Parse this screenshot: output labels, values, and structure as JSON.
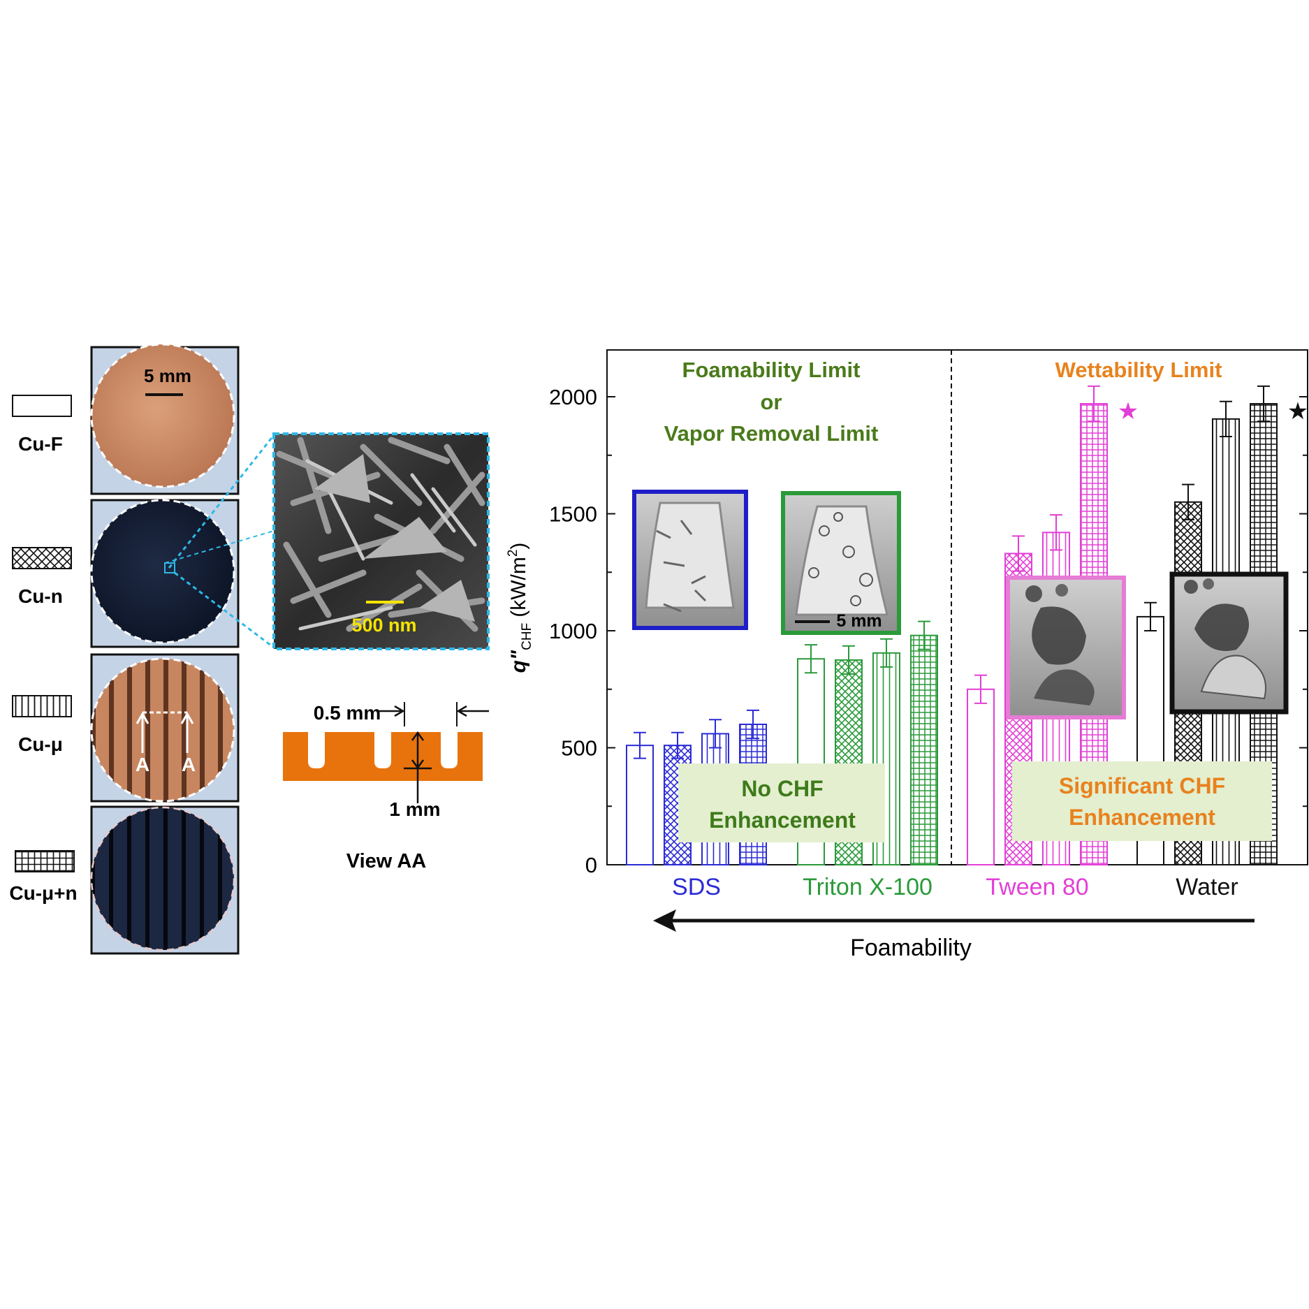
{
  "legend": [
    {
      "label": "Cu-F",
      "pattern": "open"
    },
    {
      "label": "Cu-n",
      "pattern": "cross"
    },
    {
      "label": "Cu-μ",
      "pattern": "vertical"
    },
    {
      "label": "Cu-μ+n",
      "pattern": "grid"
    }
  ],
  "photo_scale_label": "5 mm",
  "sem_scale_label": "500 nm",
  "cross_section": {
    "width_label": "0.5 mm",
    "depth_label": "1 mm",
    "section_letter": "A",
    "view_label": "View AA"
  },
  "panel": {
    "left_title_line1": "Foamability  Limit",
    "left_title_line2": "or",
    "left_title_line3": "Vapor Removal Limit",
    "right_title": "Wettability  Limit",
    "left_box_line1": "No CHF",
    "left_box_line2": "Enhancement",
    "right_box_line1": "Significant  CHF",
    "right_box_line2": "Enhancement",
    "inset_scale_label": "5 mm",
    "arrow_label": "Foamability"
  },
  "colors": {
    "SDS": "#2b2bd6",
    "Triton": "#2a9a3a",
    "Tween": "#e23fd6",
    "Water": "#111111",
    "copper": "#c98a64",
    "groove_orange": "#e8730c",
    "left_title": "#4a7a1a",
    "right_title": "#e8821e",
    "box_fill": "#e3efcf",
    "sem_border": "#2eb8e6"
  },
  "chart_data": {
    "type": "bar",
    "ylabel_main": "q\"",
    "ylabel_sub": "CHF",
    "ylabel_unit": "(kW/m",
    "ylabel_sup": "2",
    "ylabel_close": ")",
    "ylim": [
      0,
      2200
    ],
    "yticks": [
      "0",
      "500",
      "1000",
      "1500",
      "2000"
    ],
    "ytick_values": [
      0,
      500,
      1000,
      1500,
      2000
    ],
    "groups": [
      "SDS",
      "Triton X-100",
      "Tween 80",
      "Water"
    ],
    "series": [
      {
        "name": "Cu-F",
        "values": [
          510,
          880,
          750,
          1060
        ],
        "errors": [
          55,
          60,
          60,
          60
        ]
      },
      {
        "name": "Cu-n",
        "values": [
          510,
          875,
          1330,
          1550
        ],
        "errors": [
          55,
          60,
          75,
          75
        ]
      },
      {
        "name": "Cu-μ",
        "values": [
          560,
          905,
          1420,
          1905
        ],
        "errors": [
          60,
          60,
          75,
          75
        ]
      },
      {
        "name": "Cu-μ+n",
        "values": [
          600,
          980,
          1970,
          1970
        ],
        "errors": [
          60,
          60,
          75,
          75
        ]
      }
    ],
    "star_marker": "★",
    "grid": false
  }
}
